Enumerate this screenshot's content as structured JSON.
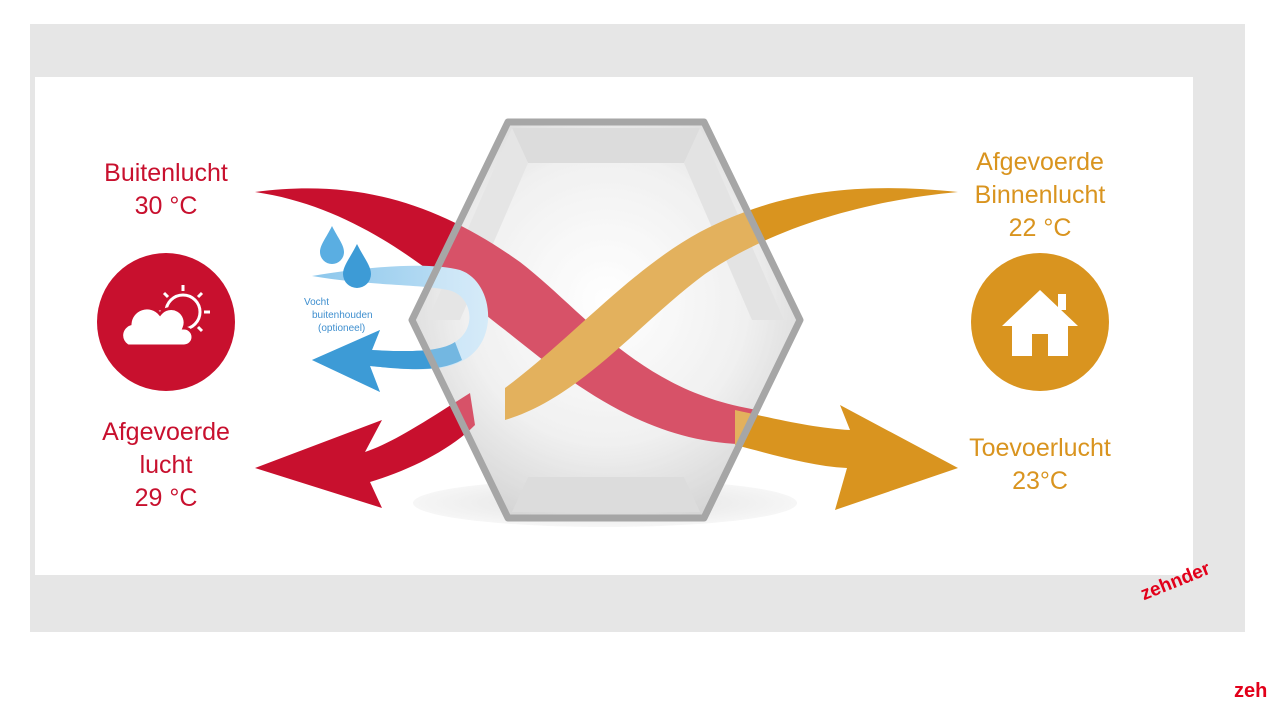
{
  "labels": {
    "outside_air": {
      "name": "Buitenlucht",
      "temp": "30 °C"
    },
    "exhaust_air": {
      "name_line1": "Afgevoerde",
      "name_line2": "lucht",
      "temp": "29 °C"
    },
    "extract_air": {
      "name_line1": "Afgevoerde",
      "name_line2": "Binnenlucht",
      "temp": "22 °C"
    },
    "supply_air": {
      "name": "Toevoerlucht",
      "temp": "23°C"
    },
    "moisture_note": {
      "line1": "Vocht",
      "line2": "buitenhouden",
      "line3": "(optioneel)"
    }
  },
  "icons": {
    "outside": "cloud-sun-icon",
    "inside": "house-icon",
    "moisture": "water-drops-icon"
  },
  "brand": {
    "logo": "zehnder",
    "logo_corner": "zeh"
  },
  "colors": {
    "red": "#c8102e",
    "orange": "#d9941f",
    "blue": "#3d9bd6",
    "light_blue": "#a8d4f0",
    "frame_gray": "#e6e6e6",
    "exchanger_gray": "#a6a6a6",
    "logo_red": "#e2001a"
  }
}
